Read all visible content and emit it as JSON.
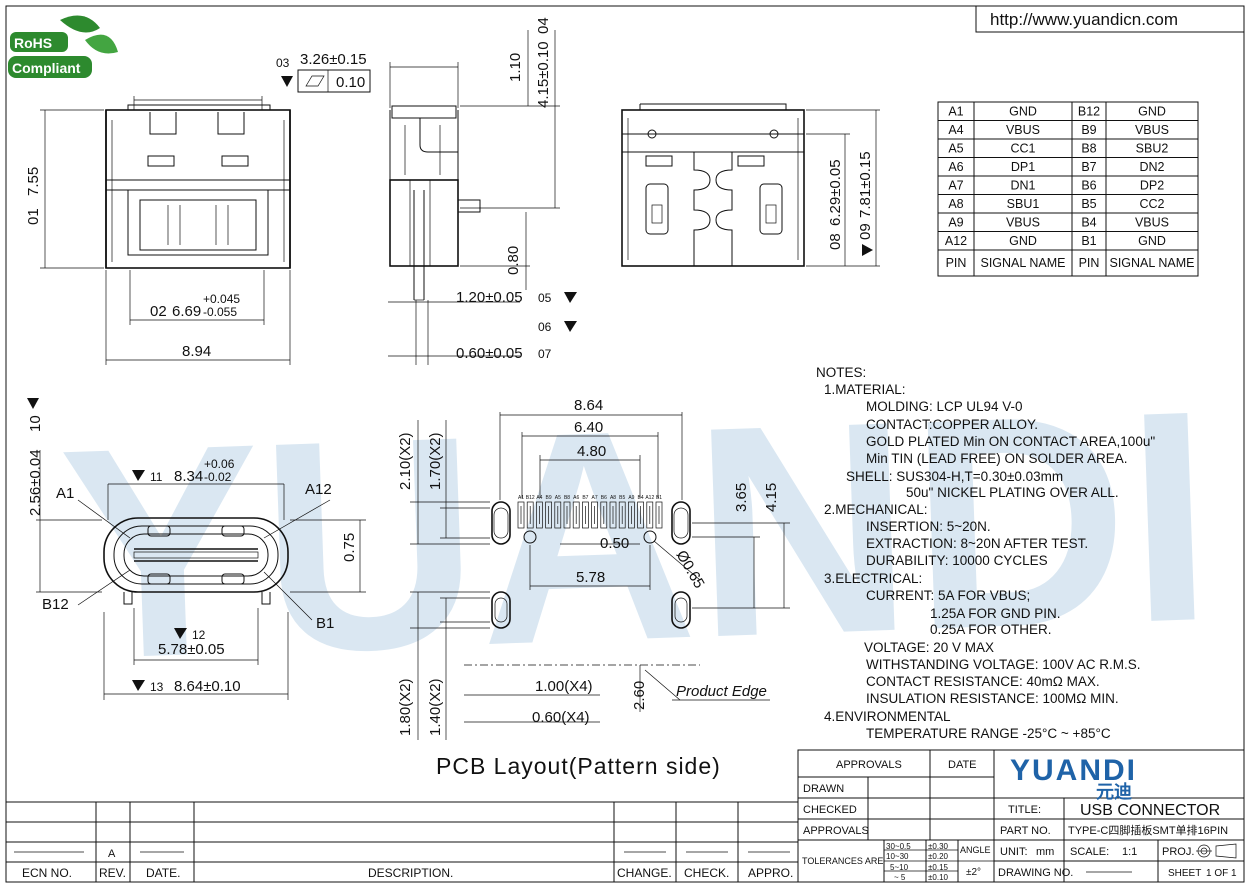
{
  "header": {
    "url": "http://www.yuandicn.com",
    "rohs_line1": "RoHS",
    "rohs_line2": "Compliant"
  },
  "watermark": {
    "text": "YUANDI"
  },
  "dimensions": {
    "d1": "7.55",
    "d1_tag": "01",
    "d2": "6.69",
    "d2_tol_up": "+0.045",
    "d2_tol_dn": "-0.055",
    "d2_tag": "02",
    "d3": "3.26±0.15",
    "d3_tag": "03",
    "d3_flat": "0.10",
    "d4": "4.15±0.10",
    "d4_tag": "04",
    "d_110": "1.10",
    "d_080": "0.80",
    "d5": "1.20±0.05",
    "d5_tag": "05",
    "d6_tag": "06",
    "d7": "0.60±0.05",
    "d7_tag": "07",
    "d_894": "8.94",
    "d8": "6.29±0.05",
    "d8_tag": "08",
    "d9": "7.81±0.15",
    "d9_tag": "09",
    "d10": "2.56±0.04",
    "d10_tag": "10",
    "d11": "8.34",
    "d11_tol_up": "+0.06",
    "d11_tol_dn": "-0.02",
    "d11_tag": "11",
    "label_a1": "A1",
    "label_a12": "A12",
    "label_b12": "B12",
    "label_b1": "B1",
    "d_075": "0.75",
    "d12": "5.78±0.05",
    "d12_tag": "12",
    "d13": "8.64±0.10",
    "d13_tag": "13"
  },
  "pcb": {
    "d_864": "8.64",
    "d_640": "6.40",
    "d_480": "4.80",
    "d_210": "2.10(X2)",
    "d_170": "1.70(X2)",
    "d_050": "0.50",
    "d_578": "5.78",
    "d_065": "Ø0.65",
    "d_365": "3.65",
    "d_415": "4.15",
    "d_180": "1.80(X2)",
    "d_140": "1.40(X2)",
    "d_100": "1.00(X4)",
    "d_060": "0.60(X4)",
    "d_260": "2.60",
    "product_edge": "Product Edge",
    "title": "PCB Layout(Pattern side)",
    "pin_labels": [
      "A1",
      "B12",
      "A4",
      "B9",
      "A5",
      "B8",
      "A6",
      "B7",
      "A7",
      "B6",
      "A8",
      "B5",
      "A9",
      "B4",
      "A12",
      "B1"
    ]
  },
  "pin_table": {
    "rows": [
      [
        "A1",
        "GND",
        "B12",
        "GND"
      ],
      [
        "A4",
        "VBUS",
        "B9",
        "VBUS"
      ],
      [
        "A5",
        "CC1",
        "B8",
        "SBU2"
      ],
      [
        "A6",
        "DP1",
        "B7",
        "DN2"
      ],
      [
        "A7",
        "DN1",
        "B6",
        "DP2"
      ],
      [
        "A8",
        "SBU1",
        "B5",
        "CC2"
      ],
      [
        "A9",
        "VBUS",
        "B4",
        "VBUS"
      ],
      [
        "A12",
        "GND",
        "B1",
        "GND"
      ]
    ],
    "headers": [
      "PIN",
      "SIGNAL NAME",
      "PIN",
      "SIGNAL NAME"
    ]
  },
  "notes": {
    "title": "NOTES:",
    "lines": [
      "1.MATERIAL:",
      "MOLDING: LCP UL94 V-0",
      "CONTACT:COPPER ALLOY.",
      "GOLD PLATED Min ON CONTACT AREA,100u\"",
      "Min TIN (LEAD FREE) ON SOLDER AREA.",
      "SHELL: SUS304-H,T=0.30±0.03mm",
      "50u\" NICKEL PLATING OVER ALL.",
      "2.MECHANICAL:",
      "INSERTION: 5~20N.",
      "EXTRACTION: 8~20N AFTER TEST.",
      "DURABILITY: 10000 CYCLES",
      "3.ELECTRICAL:",
      "CURRENT: 5A FOR VBUS;",
      "1.25A FOR GND PIN.",
      "0.25A FOR OTHER.",
      "VOLTAGE: 20 V MAX",
      "WITHSTANDING VOLTAGE: 100V AC R.M.S.",
      "CONTACT RESISTANCE: 40mΩ MAX.",
      "INSULATION RESISTANCE: 100MΩ MIN.",
      "4.ENVIRONMENTAL",
      "TEMPERATURE RANGE -25°C ~ +85°C"
    ]
  },
  "title_block": {
    "approvals": "APPROVALS",
    "date": "DATE",
    "drawn": "DRAWN",
    "checked": "CHECKED",
    "approvals2": "APPROVALS",
    "brand": "YUANDI",
    "brand_cn": "元迪",
    "title_label": "TITLE:",
    "title_value": "USB CONNECTOR",
    "part_label": "PART NO.",
    "part_value": "TYPE-C四脚插板SMT单排16PIN",
    "tolerances": "TOLERANCES ARE",
    "tol_r1a": "30~0.5",
    "tol_r1b": "±0.30",
    "tol_r2a": "10~30",
    "tol_r2b": "±0.20",
    "tol_r3a": "5~10",
    "tol_r3b": "±0.15",
    "tol_r4a": "~ 5",
    "tol_r4b": "±0.10",
    "angle": "ANGLE",
    "angle_val": "±2°",
    "unit_label": "UNIT:",
    "unit_val": "mm",
    "scale_label": "SCALE:",
    "scale_val": "1:1",
    "proj": "PROJ.",
    "drawing_no": "DRAWING NO.",
    "sheet": "SHEET",
    "sheet_val": "1 OF 1"
  },
  "revision_block": {
    "rev_value": "A",
    "headers": [
      "ECN NO.",
      "REV.",
      "DATE.",
      "DESCRIPTION.",
      "CHANGE.",
      "CHECK.",
      "APPRO."
    ]
  }
}
